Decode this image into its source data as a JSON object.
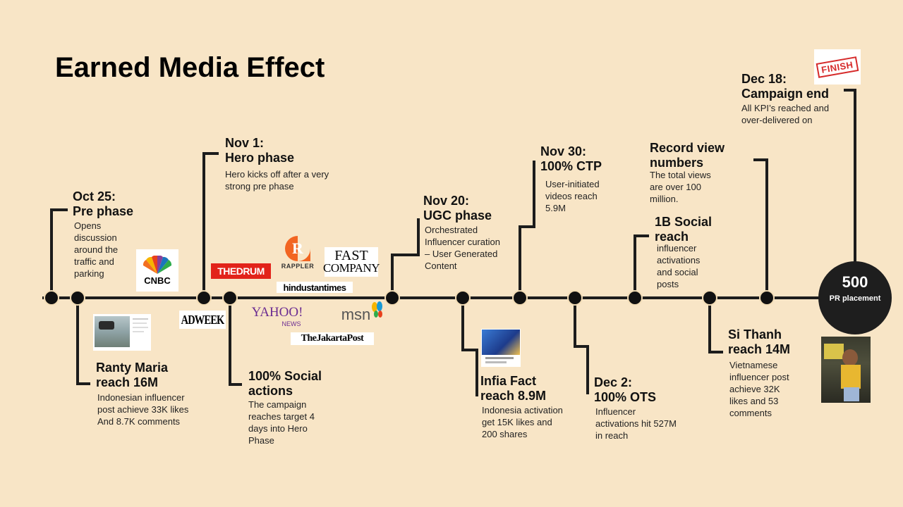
{
  "title": "Earned Media Effect",
  "milestones": [
    {
      "id": "oct25",
      "head": [
        "Oct 25:",
        "Pre phase"
      ],
      "desc": [
        "Opens",
        "discussion",
        "around the",
        "traffic and",
        "parking"
      ]
    },
    {
      "id": "ranty",
      "head": [
        "Ranty Maria",
        "reach 16M"
      ],
      "desc": [
        "Indonesian influencer",
        "post achieve 33K likes",
        "And 8.7K comments"
      ]
    },
    {
      "id": "nov1",
      "head": [
        "Nov 1:",
        "Hero phase"
      ],
      "desc": [
        "Hero kicks off after a very",
        "strong pre phase"
      ]
    },
    {
      "id": "social",
      "head": [
        "100% Social",
        "actions"
      ],
      "desc": [
        "The campaign",
        "reaches target 4",
        "days into Hero",
        "Phase"
      ]
    },
    {
      "id": "nov20",
      "head": [
        "Nov 20:",
        "UGC phase"
      ],
      "desc": [
        "Orchestrated",
        "Influencer curation",
        "– User Generated",
        "Content"
      ]
    },
    {
      "id": "infia",
      "head": [
        "Infia Fact",
        "reach 8.9M"
      ],
      "desc": [
        "Indonesia activation",
        "get 15K likes and",
        "200 shares"
      ]
    },
    {
      "id": "nov30",
      "head": [
        "Nov 30:",
        "100% CTP"
      ],
      "desc": [
        "User-initiated",
        "videos reach",
        "5.9M"
      ]
    },
    {
      "id": "dec2",
      "head": [
        "Dec 2:",
        "100% OTS"
      ],
      "desc": [
        "Influencer",
        "activations hit 527M",
        "in reach"
      ]
    },
    {
      "id": "social1b",
      "head": [
        "1B Social",
        "reach"
      ],
      "desc": [
        "influencer",
        "activations",
        "and social",
        "posts"
      ]
    },
    {
      "id": "record",
      "head": [
        "Record view",
        "numbers"
      ],
      "desc": [
        "The total views",
        "are over 100",
        "million."
      ]
    },
    {
      "id": "sithanh",
      "head": [
        "Si Thanh",
        "reach 14M"
      ],
      "desc": [
        "Vietnamese",
        "influencer post",
        "achieve 32K",
        "likes and 53",
        "comments"
      ]
    },
    {
      "id": "dec18",
      "head": [
        "Dec 18:",
        "Campaign end"
      ],
      "desc": [
        "All KPI’s reached and",
        "over-delivered on"
      ]
    }
  ],
  "final": {
    "number": "500",
    "label": "PR placement"
  },
  "logos": {
    "cnbc": "CNBC",
    "adweek": "ADWEEK",
    "drum": "THEDRUM",
    "rappler": "RAPPLER",
    "fast1": "FAST",
    "fast2": "COMPANY",
    "hindustan": "hindustantimes",
    "yahoo": "YAHOO!",
    "yahoo_news": "NEWS",
    "msn": "msn",
    "jakarta": "TheJakartaPost",
    "finish": "FINISH"
  },
  "colors": {
    "background": "#f8e5c6",
    "line": "#1c1c1c",
    "accent": "#d62b2b"
  }
}
